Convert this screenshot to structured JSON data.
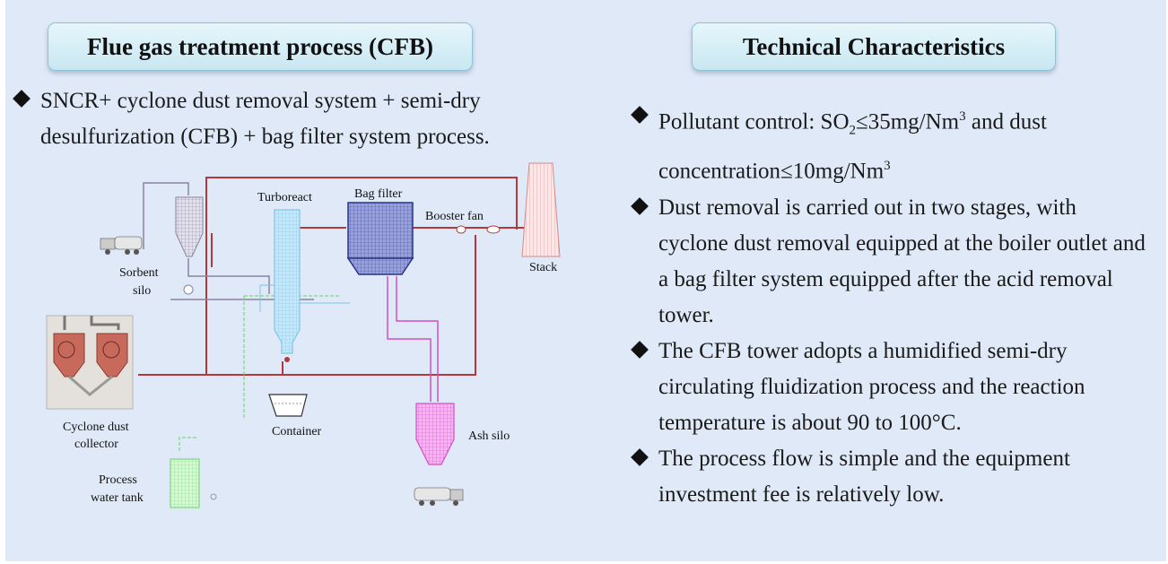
{
  "left": {
    "title": "Flue gas treatment process (CFB)",
    "bullet": "SNCR+ cyclone dust removal system + semi-dry desulfurization (CFB) + bag filter system process."
  },
  "right": {
    "title": "Technical Characteristics",
    "bullet1": {
      "pre": "Pollutant control: SO",
      "sub": "2",
      "mid": "≤35mg/Nm",
      "sup1": "3",
      "post": " and dust concentration≤10mg/Nm",
      "sup2": "3"
    },
    "bullet2": "Dust removal is carried out in two stages, with cyclone dust removal equipped at the boiler outlet and a bag filter system equipped after the acid removal tower.",
    "bullet3": "The CFB tower adopts a humidified semi-dry circulating fluidization process and the reaction temperature is about 90 to 100°C.",
    "bullet4": "The process flow is simple and the equipment investment fee is relatively low."
  },
  "diagram": {
    "labels": {
      "turboreact": "Turboreact",
      "bag_filter": "Bag filter",
      "booster_fan": "Booster fan",
      "stack": "Stack",
      "sorbent_1": "Sorbent",
      "sorbent_2": "silo",
      "cyclone_1": "Cyclone dust",
      "cyclone_2": "collector",
      "container": "Container",
      "ash_silo": "Ash silo",
      "water_1": "Process",
      "water_2": "water tank"
    },
    "colors": {
      "flue_gas": "#b23a3a",
      "ash": "#d24fc8",
      "water": "#7fd87f",
      "reactor": "#7ec6e8",
      "bag_filter": "#5560a8"
    }
  }
}
